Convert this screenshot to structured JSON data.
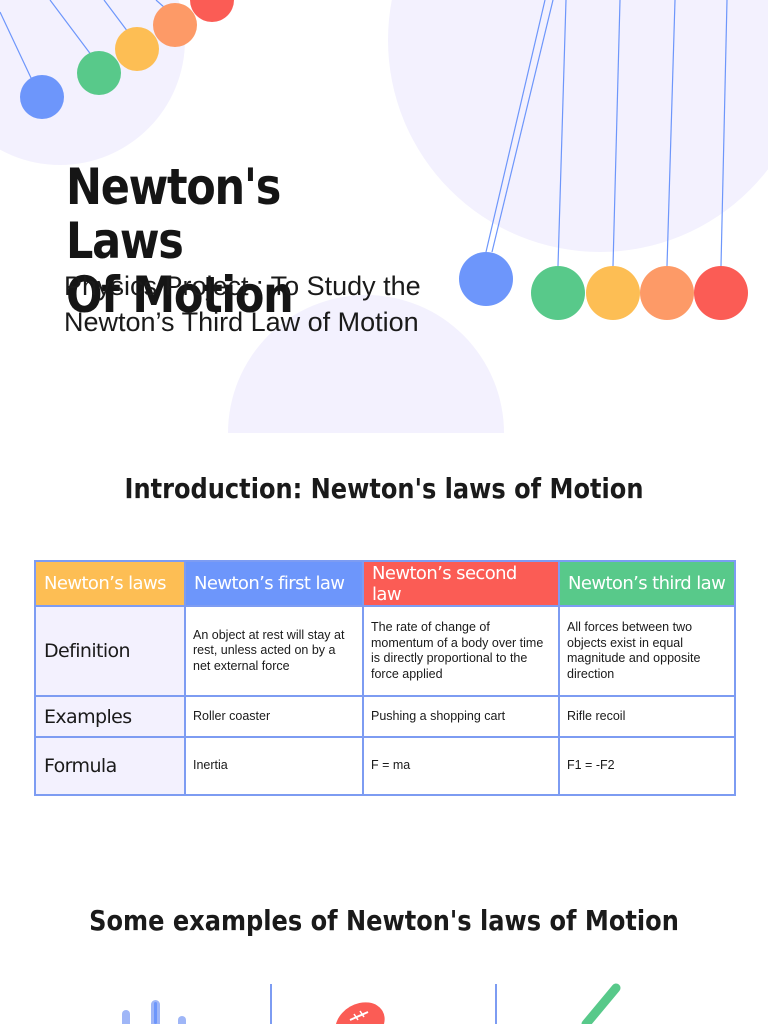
{
  "cover": {
    "title_line1": "Newton's Laws",
    "title_line2": "Of Motion",
    "subtitle": "Physics Project : To Study the Newton’s Third Law of Motion"
  },
  "intro": {
    "heading": "Introduction: Newton's laws of Motion"
  },
  "table": {
    "headers": [
      "Newton’s laws",
      "Newton’s first law",
      "Newton’s second law",
      "Newton’s third law"
    ],
    "rows": [
      {
        "label": "Definition",
        "cells": [
          "An object at rest will stay at rest, unless acted on by a net external force",
          "The rate of change of momentum of a body over time is directly proportional to the force applied",
          "All forces between two objects exist in equal magnitude and opposite direction"
        ]
      },
      {
        "label": "Examples",
        "cells": [
          "Roller coaster",
          "Pushing a shopping cart",
          "Rifle recoil"
        ]
      },
      {
        "label": "Formula",
        "cells": [
          "Inertia",
          "F = ma",
          "F1 = -F2"
        ]
      }
    ]
  },
  "examples": {
    "heading": "Some examples of Newton's laws of Motion"
  },
  "colors": {
    "blue": "#6d96fb",
    "green": "#58c98a",
    "yellow": "#fdbe54",
    "orange": "#fd9a67",
    "red": "#fb5c55",
    "lavender": "#f3f1fe",
    "border": "#7d9cf2"
  }
}
